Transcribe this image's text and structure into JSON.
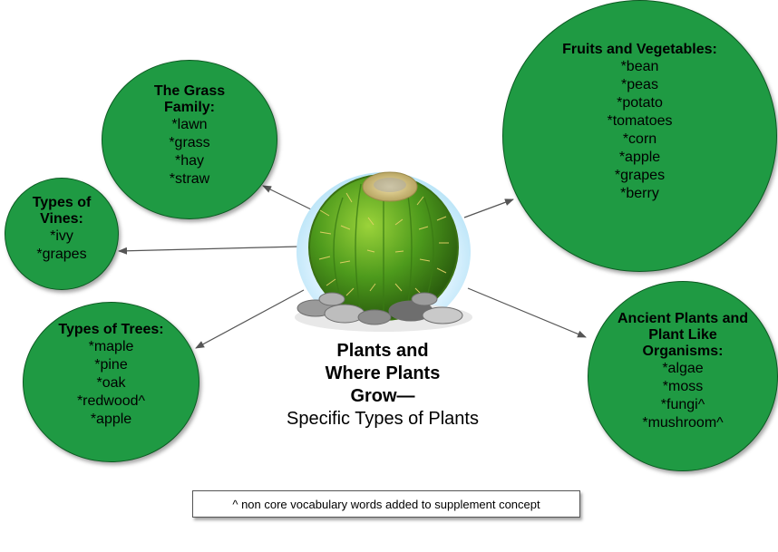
{
  "center": {
    "title": "Plants and Where Plants Grow—",
    "subtitle": "Specific Types of Plants"
  },
  "nodes": {
    "grass": {
      "title": "The Grass Family:",
      "items": [
        "*lawn",
        "*grass",
        "*hay",
        "*straw"
      ]
    },
    "vines": {
      "title": "Types of Vines:",
      "items": [
        "*ivy",
        "*grapes"
      ]
    },
    "trees": {
      "title": "Types of Trees:",
      "items": [
        "*maple",
        "*pine",
        "*oak",
        "*redwood^",
        "*apple"
      ]
    },
    "fruits": {
      "title": "Fruits and Vegetables:",
      "items": [
        "*bean",
        "*peas",
        "*potato",
        "*tomatoes",
        "*corn",
        "*apple",
        "*grapes",
        "*berry"
      ]
    },
    "ancient": {
      "title": "Ancient Plants and Plant Like Organisms:",
      "items": [
        "*algae",
        "*moss",
        "*fungi^",
        "*mushroom^"
      ]
    }
  },
  "footnote": "^ non core vocabulary words added to supplement concept",
  "colors": {
    "bubble": "#1f9a43",
    "bubble_border": "#0c5a22",
    "arrow": "#555555"
  },
  "icons": {
    "center_image": "barrel-cactus-icon"
  }
}
